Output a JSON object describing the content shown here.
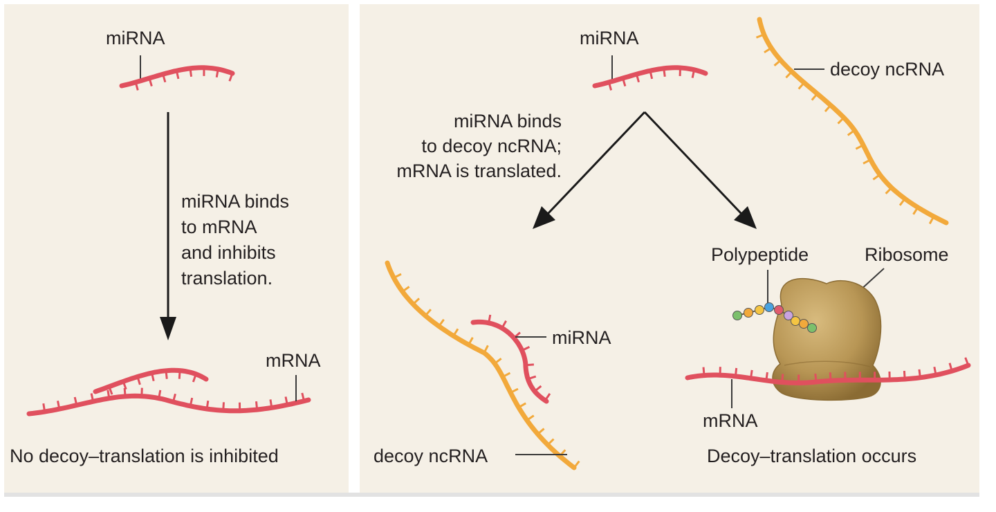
{
  "left_panel": {
    "mirna_label": "miRNA",
    "step_text": [
      "miRNA binds",
      "to mRNA",
      "and inhibits",
      "translation."
    ],
    "mrna_label": "mRNA",
    "caption": "No decoy–translation is inhibited"
  },
  "right_panel": {
    "mirna_label": "miRNA",
    "decoy_label_top": "decoy ncRNA",
    "step_text": [
      "miRNA binds",
      "to decoy ncRNA;",
      "mRNA is translated."
    ],
    "bound_mirna_label": "miRNA",
    "bound_decoy_label": "decoy ncRNA",
    "polypeptide_label": "Polypeptide",
    "ribosome_label": "Ribosome",
    "mrna_label": "mRNA",
    "caption": "Decoy–translation occurs"
  },
  "colors": {
    "panel_bg": "#f5f0e6",
    "mirna": "#e0505e",
    "mrna": "#e0505e",
    "decoy": "#f2a93b",
    "ribosome": "#b89655",
    "text": "#231f20"
  }
}
